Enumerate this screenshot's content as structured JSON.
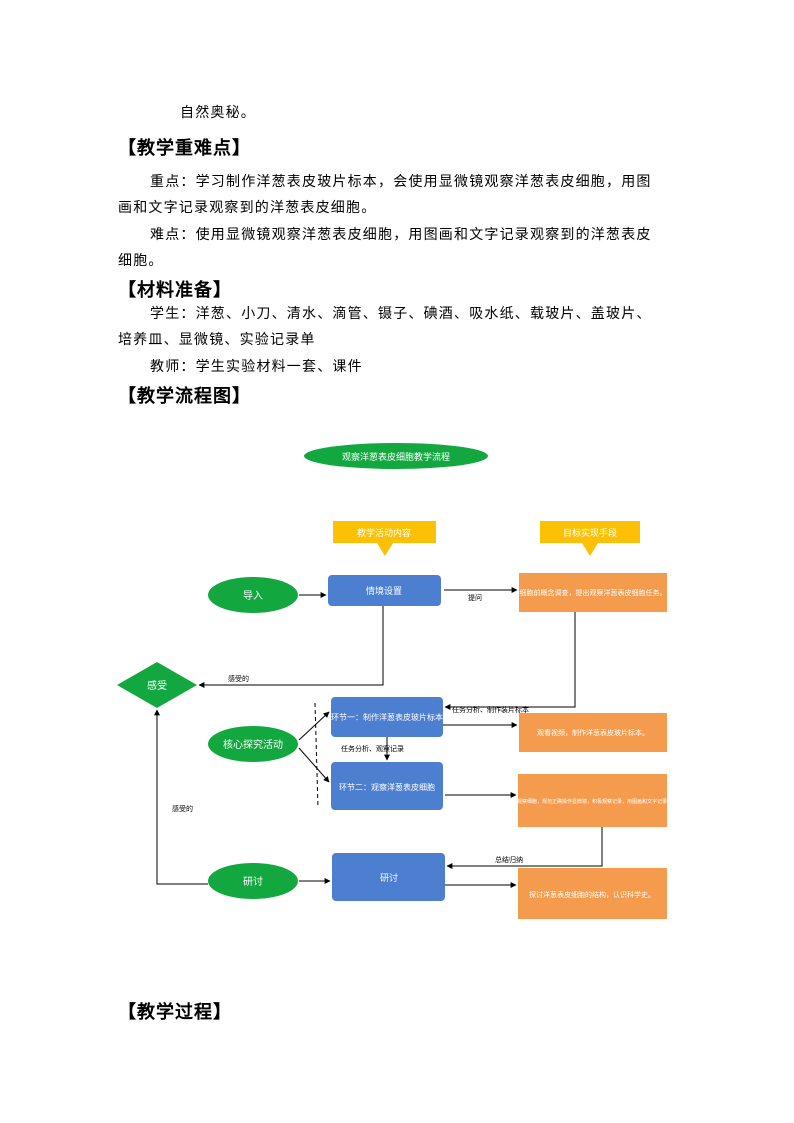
{
  "intro_tail": "自然奥秘。",
  "sections": {
    "key_points": {
      "heading": "【教学重难点】",
      "key_line1": "重点：学习制作洋葱表皮玻片标本，会使用显微镜观察洋葱表皮细胞，用图",
      "key_line2": "画和文字记录观察到的洋葱表皮细胞。",
      "diff_line1": "难点：使用显微镜观察洋葱表皮细胞，用图画和文字记录观察到的洋葱表皮",
      "diff_line2": "细胞。"
    },
    "materials": {
      "heading": "【材料准备】",
      "student_line1": "学生：洋葱、小刀、清水、滴管、镊子、碘酒、吸水纸、载玻片、盖玻片、",
      "student_line2": "培养皿、显微镜、实验记录单",
      "teacher_line": "教师：学生实验材料一套、课件"
    },
    "flowchart_heading": "【教学流程图】",
    "process_heading": "【教学过程】"
  },
  "flowchart": {
    "title": "观察洋葱表皮细胞教学流程",
    "header_left": "教学活动内容",
    "header_right": "目标实现手段",
    "oval_intro": "导入",
    "oval_explore": "核心探究活动",
    "oval_discuss": "研讨",
    "diamond": "感受",
    "box_situation": "情境设置",
    "box_step1": "环节一：制作洋葱表皮玻片标本",
    "box_step2": "环节二：观察洋葱表皮细胞",
    "box_discuss": "研讨",
    "orange1": "细胞前概念调查，提出观察洋葱表皮细胞任务。",
    "orange2": "观看视频，制作洋葱表皮玻片标本。",
    "orange3": "使用显微镜观察细胞，规范正确操作显微镜，积极观察记录，用图画和文字记录观察结果。",
    "orange4": "探讨洋葱表皮细胞的结构，认识科学史。",
    "label_guide": "提问",
    "label_feel1": "感受的",
    "label_task1": "任务分析、制作装片标本",
    "label_task2": "任务分析、观察记录",
    "label_feel2": "感受的",
    "label_record": "总结归纳",
    "colors": {
      "green": "#13a83f",
      "yellow": "#fcc006",
      "blue": "#4d7fd1",
      "orange": "#f59b4d"
    }
  }
}
